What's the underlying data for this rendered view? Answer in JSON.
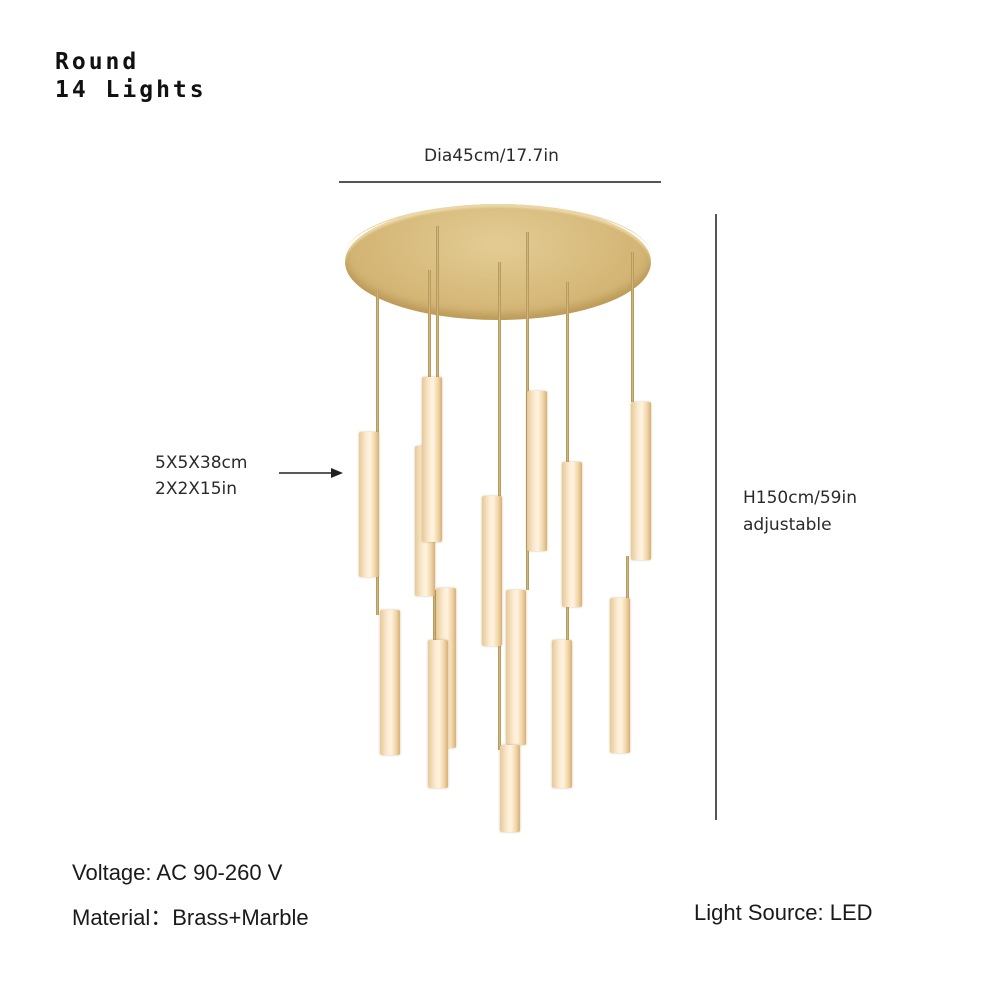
{
  "heading": {
    "line1": "Round",
    "line2": "14 Lights"
  },
  "dimensions": {
    "diameter": "Dia45cm/17.7in",
    "pendant_size_cm": "5X5X38cm",
    "pendant_size_in": "2X2X15in",
    "height": "H150cm/59in",
    "height_note": "adjustable"
  },
  "specs": {
    "voltage": "Voltage: AC 90-260 V",
    "material": "Material：Brass+Marble",
    "light_source": "Light Source: LED"
  },
  "product": {
    "type": "chandelier",
    "light_count": 14,
    "colors": {
      "brass": "#d6b97a",
      "marble": "#f8e6c8",
      "line": "#555555"
    }
  }
}
